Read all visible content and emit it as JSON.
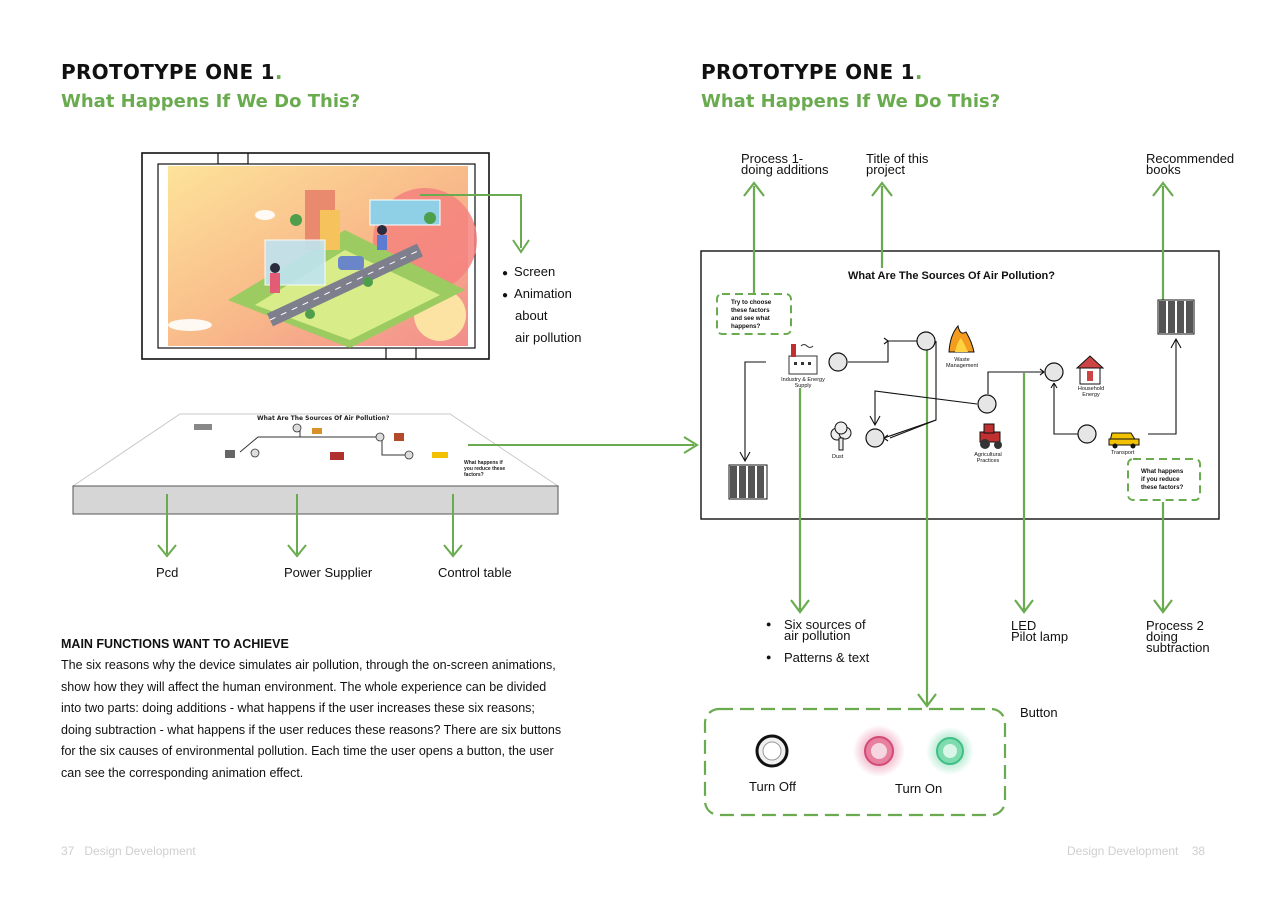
{
  "left": {
    "title": "PROTOTYPE ONE 1",
    "title_dot": ".",
    "subtitle": "What Happens If We Do This?",
    "screen_bullets": [
      "Screen",
      "Animation"
    ],
    "screen_extra": [
      "about",
      "air pollution"
    ],
    "table_title": "What Are The Sources Of Air Pollution?",
    "table_note": "What happens if you reduce these factors?",
    "bottom_labels": {
      "pcd": "Pcd",
      "power": "Power Supplier",
      "control": "Control table"
    },
    "functions_title": "MAIN FUNCTIONS WANT TO ACHIEVE",
    "functions_lines": [
      "The six reasons why the device simulates air pollution, through the on-screen animations,",
      "show how they will affect the human environment. The whole experience can be divided",
      "into two parts: doing additions - what happens if the user increases these six reasons;",
      "doing subtraction - what happens if the user reduces these reasons? There are six buttons",
      "for the six causes of environmental pollution. Each time the user opens a button, the user",
      "can see the corresponding animation effect."
    ],
    "page_number": "37",
    "page_label": "Design Development"
  },
  "right": {
    "title": "PROTOTYPE ONE 1",
    "title_dot": ".",
    "subtitle": "What Happens If We Do This?",
    "top_labels": {
      "process1": [
        "Process 1-",
        "doing additions"
      ],
      "title_of_project": [
        "Title of this",
        "project"
      ],
      "recommended": [
        "Recommended",
        "books"
      ]
    },
    "board_title": "What Are The Sources Of Air Pollution?",
    "board_note_try": [
      "Try to choose",
      "these factors",
      "and see what",
      "happens?"
    ],
    "board_note_reduce": [
      "What happens",
      "if you reduce",
      "these factors?"
    ],
    "sources": {
      "industry": [
        "Industry & Energy",
        "Supply"
      ],
      "waste": [
        "Waste",
        "Management"
      ],
      "household": [
        "Household",
        "Energy"
      ],
      "dust": "Dust",
      "agricultural": [
        "Agricultural",
        "Practices"
      ],
      "transport": "Transport"
    },
    "bottom_bullets": [
      [
        "Six sources of",
        "air pollution"
      ],
      [
        "Patterns & text"
      ]
    ],
    "led_label": [
      "LED",
      "Pilot lamp"
    ],
    "process2": [
      "Process 2",
      "doing",
      "subtraction"
    ],
    "button_label": "Button",
    "turn_off": "Turn Off",
    "turn_on": "Turn On",
    "page_number": "38",
    "page_label": "Design Development"
  },
  "colors": {
    "accent_green": "#6aab4f",
    "button_pink": "#e0668f",
    "button_mint": "#5ccf9a"
  },
  "icons": [
    "arrow-down-icon",
    "arrow-up-icon",
    "arrow-right-icon",
    "factory-icon",
    "fire-icon",
    "house-icon",
    "tree-icon",
    "tractor-icon",
    "taxi-icon",
    "book-stack-icon",
    "bullet-icon"
  ]
}
